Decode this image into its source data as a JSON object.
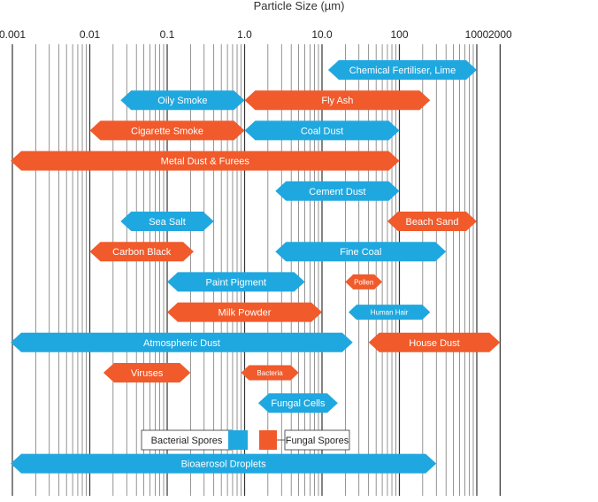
{
  "chart_data": {
    "type": "bar",
    "title": "Particle Size (µm)",
    "x_scale": "log",
    "xlim": [
      0.001,
      2000
    ],
    "grid": true,
    "tick_labels": [
      {
        "value": 0.001,
        "label": "0.001"
      },
      {
        "value": 0.01,
        "label": "0.01"
      },
      {
        "value": 0.1,
        "label": "0.1"
      },
      {
        "value": 1,
        "label": "1.0"
      },
      {
        "value": 10,
        "label": "10.0"
      },
      {
        "value": 100,
        "label": "100"
      },
      {
        "value": 1000,
        "label": "1000"
      },
      {
        "value": 2000,
        "label": "2000"
      }
    ],
    "colors": {
      "blue": "#1fa8e0",
      "orange": "#f15a2b"
    },
    "legend": {
      "position": "center",
      "entries": [
        {
          "label": "Bacterial Spores",
          "color": "blue"
        },
        {
          "label": "Fungal Spores",
          "color": "orange"
        }
      ]
    },
    "series": [
      {
        "label": "Chemical Fertiliser, Lime",
        "min": 12,
        "max": 1000,
        "color": "blue"
      },
      {
        "label": "Oily Smoke",
        "min": 0.025,
        "max": 1,
        "color": "blue"
      },
      {
        "label": "Fly Ash",
        "min": 1,
        "max": 250,
        "color": "orange"
      },
      {
        "label": "Cigarette Smoke",
        "min": 0.01,
        "max": 1,
        "color": "orange"
      },
      {
        "label": "Coal Dust",
        "min": 1,
        "max": 100,
        "color": "blue"
      },
      {
        "label": "Metal Dust & Furees",
        "min": 0.001,
        "max": 100,
        "color": "orange"
      },
      {
        "label": "Cement Dust",
        "min": 2.5,
        "max": 100,
        "color": "blue"
      },
      {
        "label": "Sea Salt",
        "min": 0.025,
        "max": 0.4,
        "color": "blue"
      },
      {
        "label": "Beach Sand",
        "min": 70,
        "max": 1000,
        "color": "orange"
      },
      {
        "label": "Carbon Black",
        "min": 0.01,
        "max": 0.22,
        "color": "orange"
      },
      {
        "label": "Fine Coal",
        "min": 2.5,
        "max": 400,
        "color": "blue"
      },
      {
        "label": "Paint Pigment",
        "min": 0.1,
        "max": 6,
        "color": "blue"
      },
      {
        "label": "Pollen",
        "min": 20,
        "max": 60,
        "color": "orange"
      },
      {
        "label": "Milk Powder",
        "min": 0.1,
        "max": 10,
        "color": "orange"
      },
      {
        "label": "Human Hair",
        "min": 22,
        "max": 250,
        "color": "blue"
      },
      {
        "label": "Atmospheric Dust",
        "min": 0.001,
        "max": 25,
        "color": "blue"
      },
      {
        "label": "House Dust",
        "min": 40,
        "max": 2000,
        "color": "orange"
      },
      {
        "label": "Viruses",
        "min": 0.015,
        "max": 0.2,
        "color": "orange"
      },
      {
        "label": "Bacteria",
        "min": 0.9,
        "max": 5,
        "color": "orange"
      },
      {
        "label": "Fungal Cells",
        "min": 1.5,
        "max": 16,
        "color": "blue"
      },
      {
        "label": "Bioaerosol Droplets",
        "min": 0.001,
        "max": 300,
        "color": "blue"
      }
    ]
  }
}
